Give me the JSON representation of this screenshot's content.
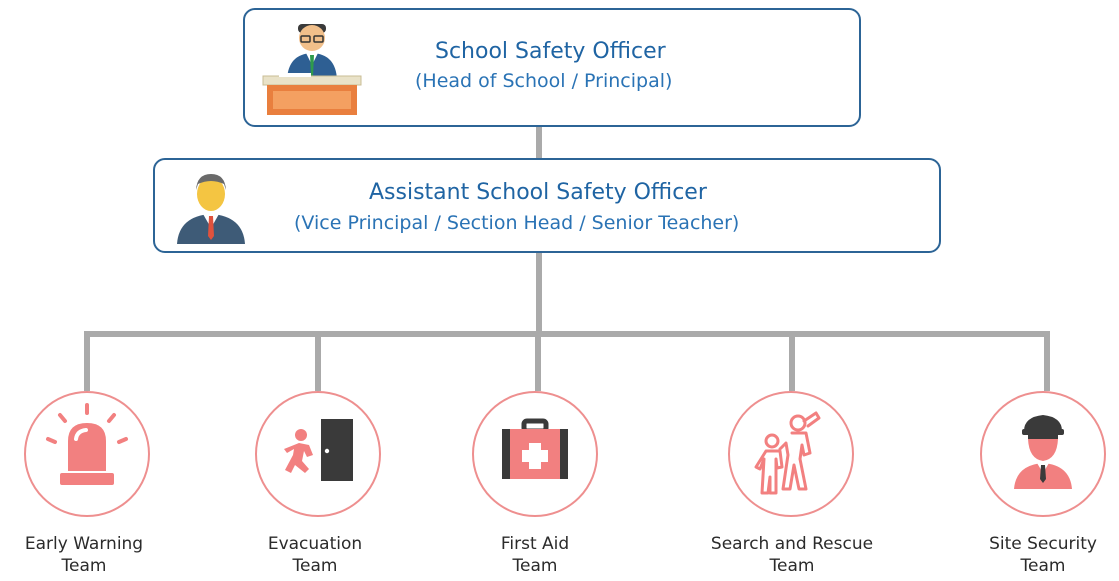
{
  "officer": {
    "title": "School Safety Officer",
    "subtitle": "(Head of School / Principal)",
    "icon": "principal-at-desk-icon"
  },
  "assistant": {
    "title": "Assistant School Safety Officer",
    "subtitle": "(Vice Principal / Section Head / Senior Teacher)",
    "icon": "person-icon"
  },
  "teams": [
    {
      "line1": "Early Warning",
      "line2": "Team",
      "icon": "siren-icon"
    },
    {
      "line1": "Evacuation",
      "line2": "Team",
      "icon": "exit-door-icon"
    },
    {
      "line1": "First Aid",
      "line2": "Team",
      "icon": "first-aid-kit-icon"
    },
    {
      "line1": "Search and Rescue",
      "line2": "Team",
      "icon": "rescue-icon"
    },
    {
      "line1": "Site Security",
      "line2": "Team",
      "icon": "security-guard-icon"
    }
  ],
  "colors": {
    "box_border": "#2c6496",
    "title_text": "#1f64a3",
    "connector": "#aaaaaa",
    "circle_border": "#ee8f8f",
    "icon_fill": "#f28080"
  }
}
